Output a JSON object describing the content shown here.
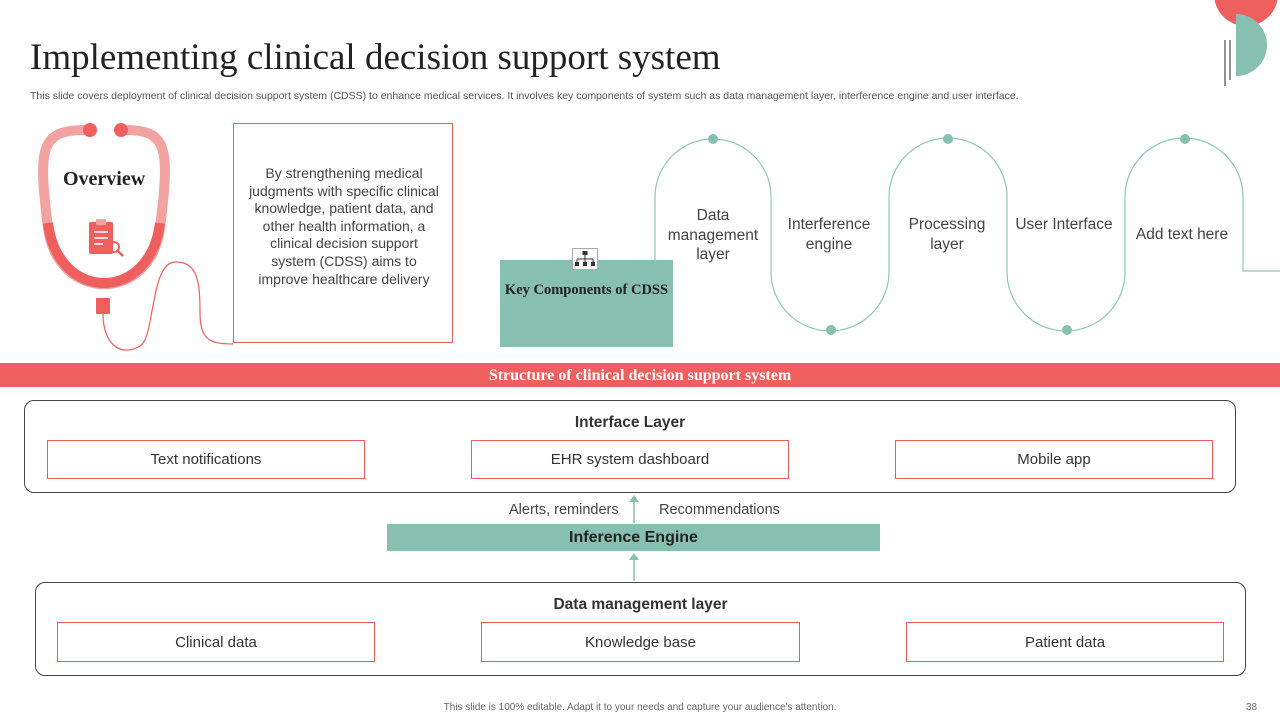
{
  "header": {
    "title": "Implementing clinical decision support system",
    "subtitle": "This slide covers deployment of clinical decision support system (CDSS) to enhance medical services. It involves key components of system such as data management layer, interference engine and user interface."
  },
  "overview": {
    "label": "Overview",
    "text": "By strengthening medical judgments with specific clinical knowledge, patient data, and other health information, a clinical decision support system (CDSS) aims to improve healthcare delivery"
  },
  "components": {
    "title": "Key Components of CDSS",
    "items": [
      "Data management layer",
      "Interference engine",
      "Processing layer",
      "User Interface",
      "Add text here"
    ]
  },
  "structure": {
    "title": "Structure of clinical decision support system",
    "interface_layer": {
      "title": "Interface Layer",
      "items": [
        "Text notifications",
        "EHR system dashboard",
        "Mobile app"
      ]
    },
    "flow_labels": [
      "Alerts, reminders",
      "Recommendations"
    ],
    "engine": "Inference Engine",
    "data_layer": {
      "title": "Data management layer",
      "items": [
        "Clinical data",
        "Knowledge base",
        "Patient data"
      ]
    }
  },
  "footer": {
    "note": "This slide is 100% editable. Adapt it to your needs and capture your audience's attention.",
    "page": "38"
  },
  "colors": {
    "accent_red": "#ef5f5e",
    "accent_teal": "#87bfb0",
    "wave_line": "#8cc7b8"
  },
  "icons": [
    "stethoscope-icon",
    "clipboard-icon",
    "org-chart-icon",
    "decorative-circles-icon"
  ]
}
